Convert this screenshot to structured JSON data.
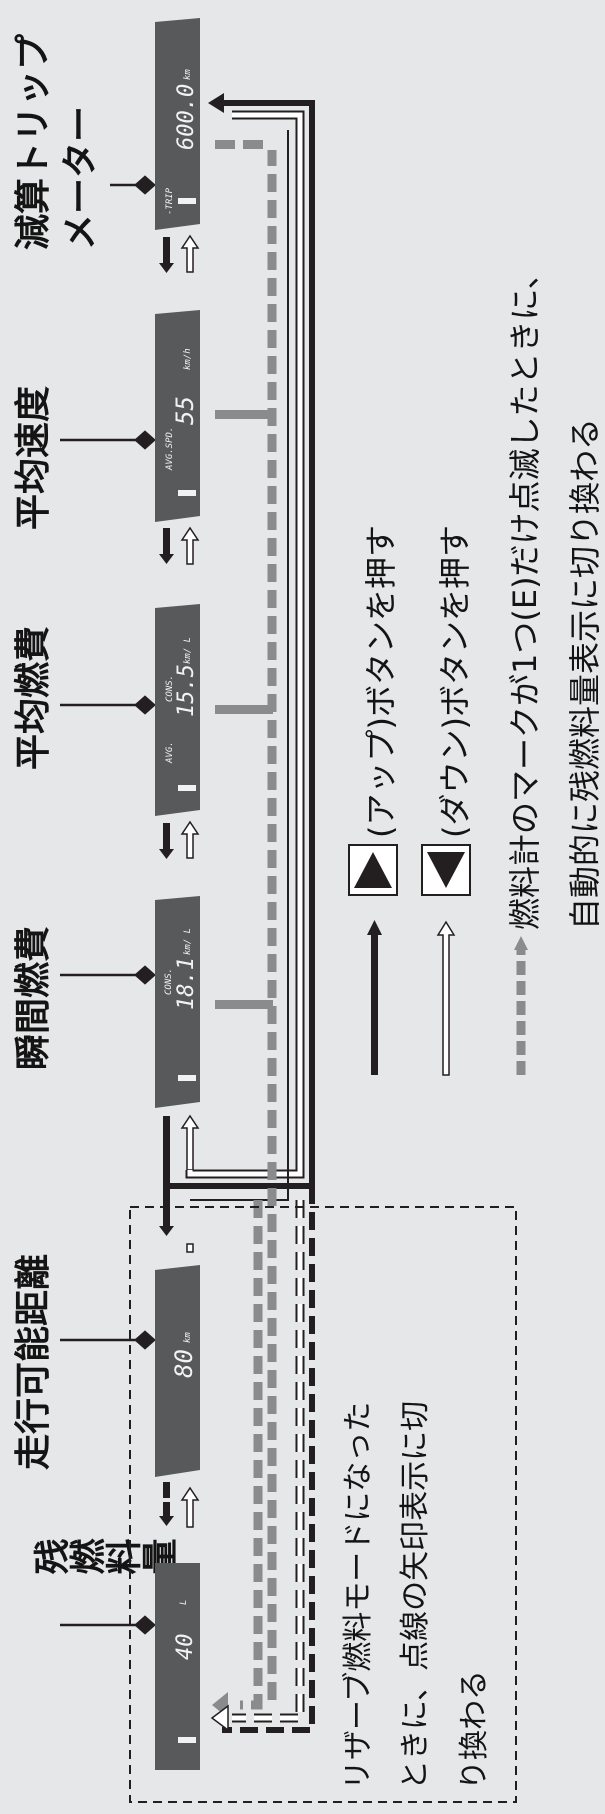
{
  "labels": {
    "remaining_fuel": "残燃料量",
    "range": "走行可能距離",
    "instant_fuel": "瞬間燃費",
    "avg_fuel": "平均燃費",
    "avg_speed": "平均速度",
    "trip_line1": "減算トリップ",
    "trip_line2": "メーター"
  },
  "displays": {
    "fuel": {
      "value": "40",
      "unit": "L"
    },
    "range": {
      "value": "80",
      "unit": "km"
    },
    "instant": {
      "label": "CONS.",
      "value": "18.1",
      "unit": "km/ L"
    },
    "average": {
      "label1": "AVG.",
      "label2": "CONS.",
      "value": "15.5",
      "unit": "km/ L"
    },
    "speed": {
      "label": "AVG.SPD.",
      "value": "55",
      "unit": "km/h"
    },
    "trip": {
      "label": "-TRIP",
      "value": "600.0",
      "unit": "km"
    }
  },
  "legend": {
    "up": "(アップ)ボタンを押す",
    "down": "(ダウン)ボタンを押す",
    "auto_line1": "燃料計のマークが1つ(E)だけ点滅したときに、",
    "auto_line2": "自動的に残燃料量表示に切り換わる"
  },
  "note": {
    "line1": "リザーブ燃料モードになった",
    "line2": "ときに、点線の矢印表示に切",
    "line3": "り換わる"
  },
  "colors": {
    "lcd": "#58595b",
    "ink": "#231f20",
    "background": "#e6e7e9"
  }
}
